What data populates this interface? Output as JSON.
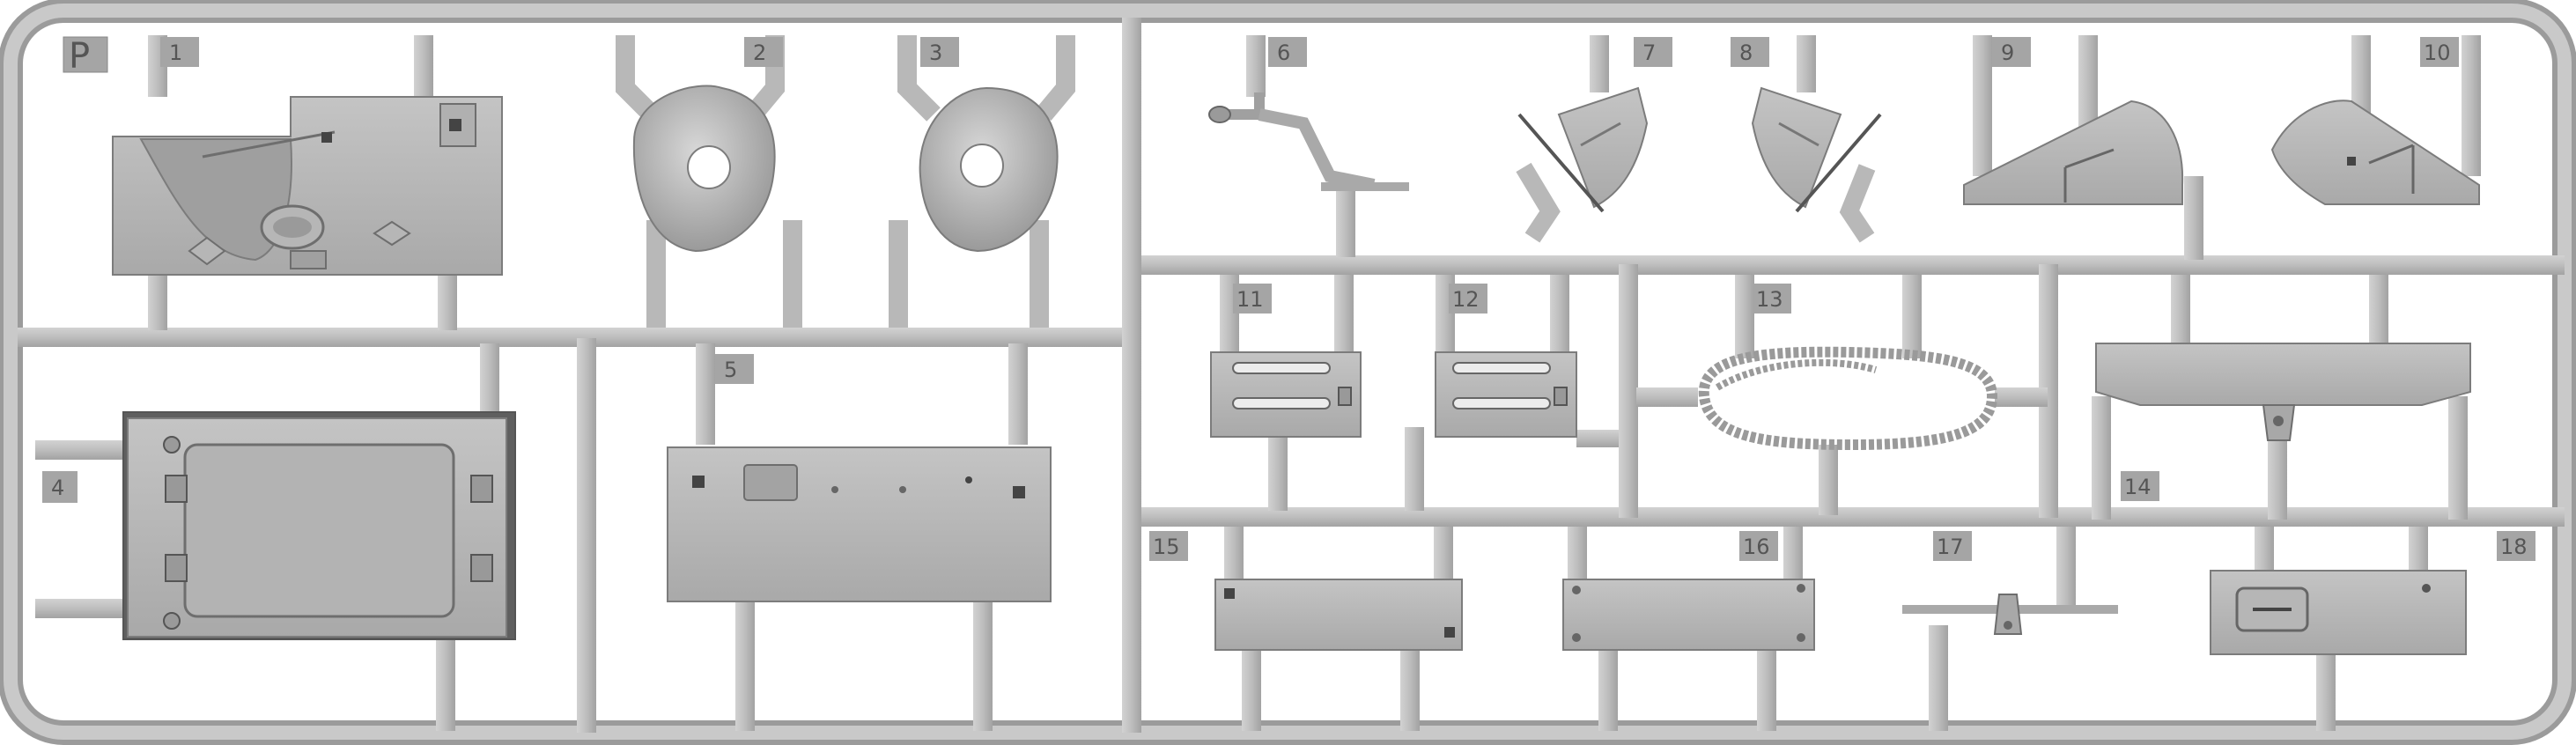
{
  "sprue": {
    "frame_letter": "P",
    "colors": {
      "plastic": "#b8b8b8",
      "plastic_light": "#cfcfcf",
      "plastic_dark": "#8f8f8f",
      "outline": "#7a7a7a",
      "tag": "#a8a8a8",
      "background": "#ffffff"
    },
    "part_numbers": [
      "1",
      "2",
      "3",
      "4",
      "5",
      "6",
      "7",
      "8",
      "9",
      "10",
      "11",
      "12",
      "13",
      "14",
      "15",
      "16",
      "17",
      "18"
    ]
  }
}
